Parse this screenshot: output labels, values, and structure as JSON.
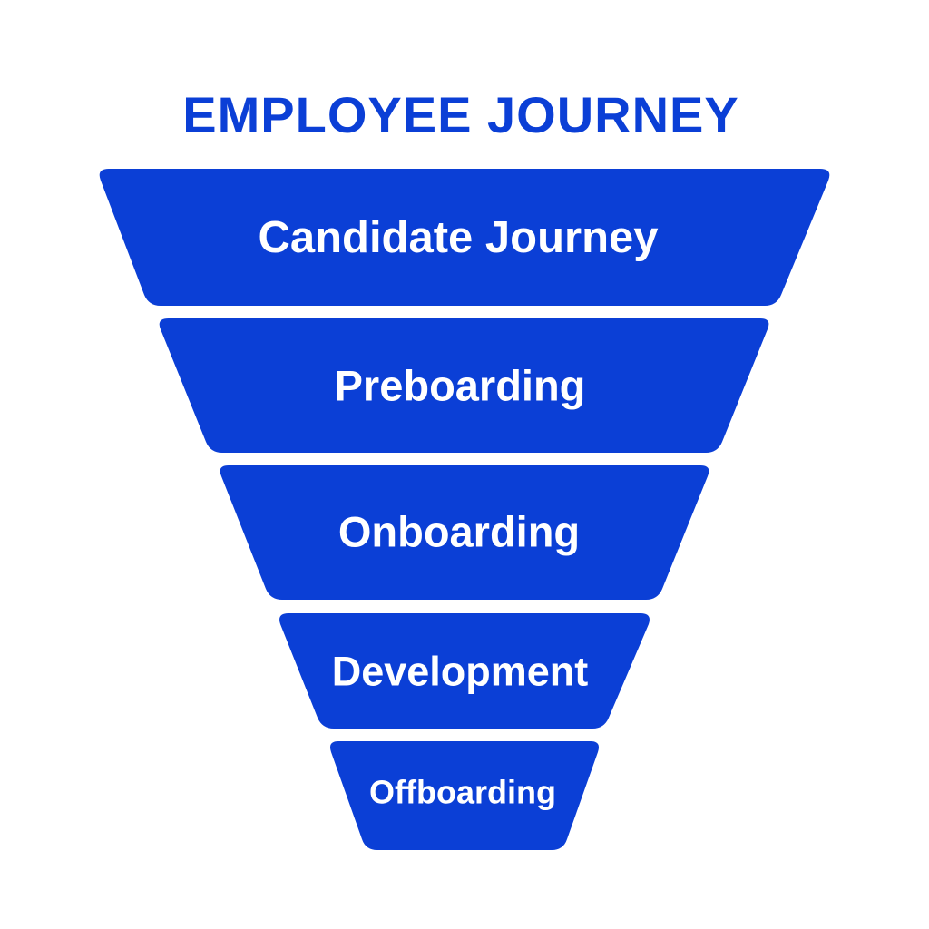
{
  "title": "EMPLOYEE JOURNEY",
  "colors": {
    "title": "#0B3FD6",
    "stage_fill": "#0B3FD6",
    "stage_text": "#FFFFFF"
  },
  "stages": [
    {
      "label": "Candidate Journey"
    },
    {
      "label": "Preboarding"
    },
    {
      "label": "Onboarding"
    },
    {
      "label": "Development"
    },
    {
      "label": "Offboarding"
    }
  ]
}
